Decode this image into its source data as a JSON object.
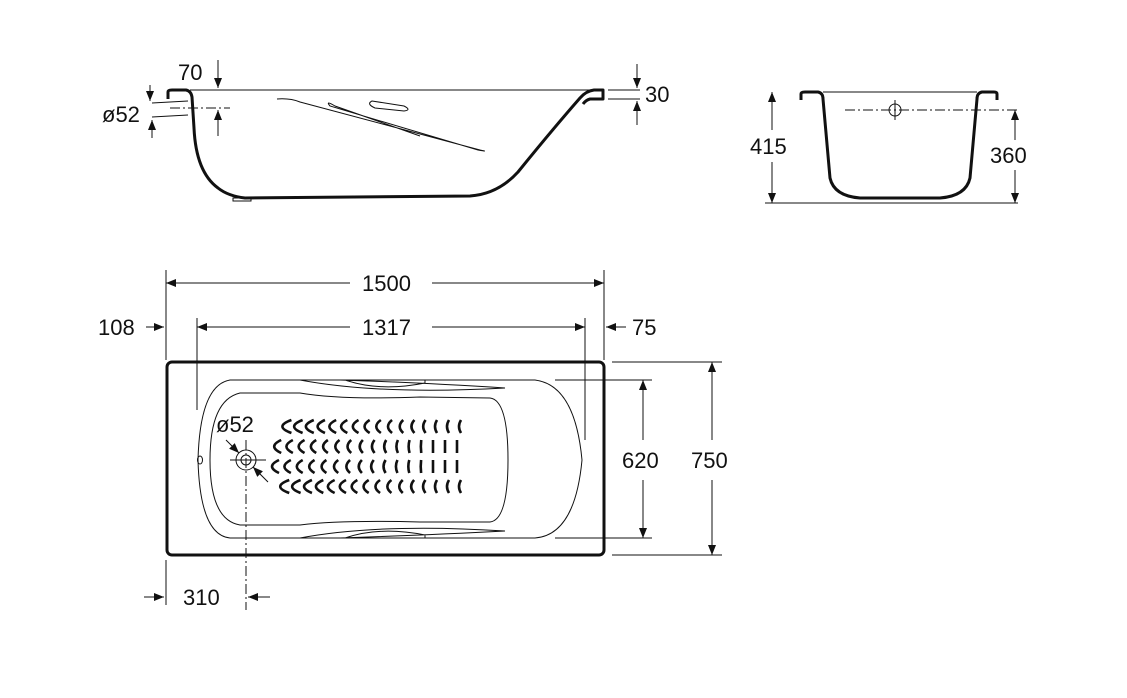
{
  "side_view": {
    "overflow_offset": "70",
    "overflow_diameter": "ø52",
    "rim_thickness": "30"
  },
  "end_view": {
    "total_height": "415",
    "inner_depth": "360"
  },
  "plan_view": {
    "overall_length": "1500",
    "inner_length": "1317",
    "left_margin": "108",
    "right_margin": "75",
    "inner_width": "620",
    "overall_width": "750",
    "drain_offset": "310",
    "drain_diameter": "ø52"
  }
}
